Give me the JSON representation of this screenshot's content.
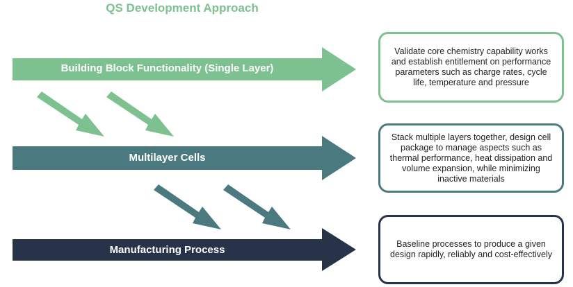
{
  "title": "QS Development Approach",
  "colors": {
    "green": "#7cc18f",
    "teal": "#4a7a80",
    "navy": "#263349",
    "title": "#7cc18f"
  },
  "stages": [
    {
      "label": "Building Block Functionality (Single Layer)",
      "description": "Validate core chemistry capability works and establish entitlement on performance parameters such as charge rates, cycle life, temperature and pressure"
    },
    {
      "label": "Multilayer Cells",
      "description": "Stack multiple layers together, design cell package to manage aspects such as thermal performance, heat dissipation and volume expansion, while minimizing inactive materials"
    },
    {
      "label": "Manufacturing Process",
      "description": "Baseline processes to produce a given design rapidly, reliably and cost-effectively"
    }
  ]
}
